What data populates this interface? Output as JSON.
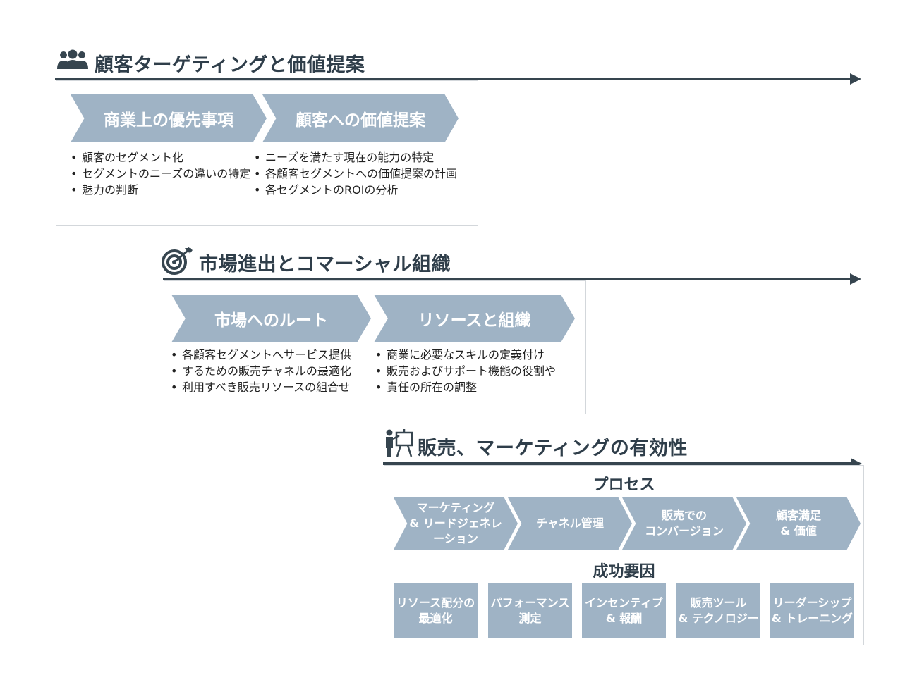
{
  "section1": {
    "title": "顧客ターゲティングと価値提案",
    "icon": "people-group-icon",
    "chevrons": [
      "商業上の優先事項",
      "顧客への価値提案"
    ],
    "bullets_left": [
      "顧客のセグメント化",
      "セグメントのニーズの違いの特定",
      "魅力の判断"
    ],
    "bullets_right": [
      "ニーズを満たす現在の能力の特定",
      "各顧客セグメントへの価値提案の計画",
      "各セグメントのROIの分析"
    ]
  },
  "section2": {
    "title": "市場進出とコマーシャル組織",
    "icon": "target-arrow-icon",
    "chevrons": [
      "市場へのルート",
      "リソースと組織"
    ],
    "bullets_left": [
      "各顧客セグメントへサービス提供",
      "するための販売チャネルの最適化",
      "利用すべき販売リソースの組合せ"
    ],
    "bullets_right": [
      "商業に必要なスキルの定義付け",
      "販売およびサポート機能の役割や",
      "責任の所在の調整"
    ]
  },
  "section3": {
    "title": "販売、マーケティングの有効性",
    "icon": "presenter-board-icon",
    "process_title": "プロセス",
    "process": [
      "マーケティング\n& リードジェネレ\nーション",
      "チャネル管理",
      "販売での\nコンバージョン",
      "顧客満足\n& 価値"
    ],
    "factors_title": "成功要因",
    "factors": [
      "リソース配分の\n最適化",
      "パフォーマンス\n測定",
      "インセンティブ\n& 報酬",
      "販売ツール\n& テクノロジー",
      "リーダーシップ\n& トレーニング"
    ]
  },
  "colors": {
    "accent": "#9fb3c5",
    "dark": "#36454f",
    "border": "#d3d7db"
  }
}
